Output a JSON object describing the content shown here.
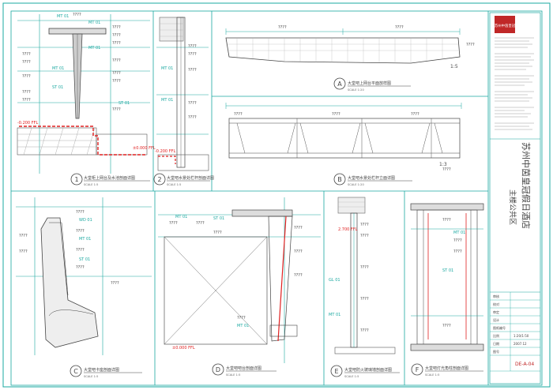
{
  "colors": {
    "line": "#1aa8a0",
    "dark": "#444444",
    "red": "#e02020",
    "gray": "#888888"
  },
  "title_block": {
    "logo_text": "苏州中茵皇冠",
    "project_title": "苏州中茵皇冠假日酒店",
    "area": "主楼公共区",
    "rows": [
      "审核",
      "校对",
      "审定",
      "设计",
      "图纸编号",
      "比例",
      "日期",
      "图号"
    ],
    "values": [
      "",
      "",
      "",
      "",
      "",
      "1:20/1:50",
      "2007.12",
      ""
    ],
    "drawing_number": "DE-A-04"
  },
  "details": [
    {
      "key": "1",
      "title": "大堂柜上网台及水池剖面详图",
      "scale": "SCALE 1:5"
    },
    {
      "key": "2",
      "title": "大堂吧水景处栏杆剖面详图",
      "scale": "SCALE 1:5"
    },
    {
      "key": "A",
      "title": "大堂吧上网台平面放样图",
      "scale": "SCALE 1:20"
    },
    {
      "key": "B",
      "title": "大堂吧水景处栏杆立面详图",
      "scale": "SCALE 1:20"
    },
    {
      "key": "C",
      "title": "大堂吧卡座剖面详图",
      "scale": "SCALE 1:5"
    },
    {
      "key": "D",
      "title": "大堂吧吧台剖面详图",
      "scale": "SCALE 1:5"
    },
    {
      "key": "E",
      "title": "大堂吧防火玻璃墙剖面详图",
      "scale": "SCALE 1:5"
    },
    {
      "key": "F",
      "title": "大堂吧灯光角柱剖面详图",
      "scale": "SCALE 1:5"
    }
  ],
  "annotations": {
    "ffl_200": "-0.200 FFL",
    "ffl_000": "±0.000 FFL",
    "ffl_2700": "2.700 FFL",
    "ratio_1_5": "1:5",
    "ratio_1_3": "1:3",
    "mt01": "MT 01",
    "st01": "ST 01",
    "wd01": "WD 01",
    "gl01": "GL 01",
    "qmarks": "????"
  }
}
